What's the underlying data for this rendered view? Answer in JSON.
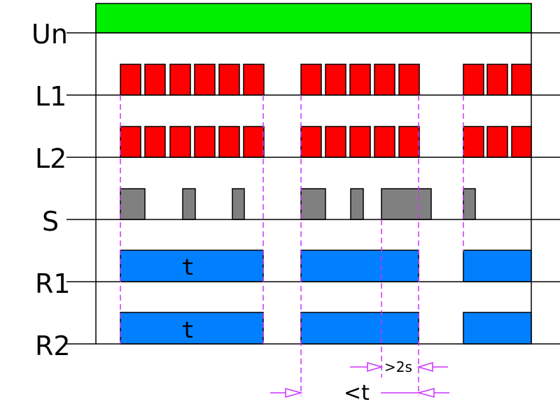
{
  "colors": {
    "supply": "#00ee00",
    "lamp": "#ff0000",
    "switch": "#808080",
    "relay": "#0080ff",
    "guide": "#cc33ff",
    "axis": "#000000"
  },
  "rows": {
    "un": "Un",
    "l1": "L1",
    "l2": "L2",
    "s": "S",
    "r1": "R1",
    "r2": "R2"
  },
  "relay_labels": {
    "r1_first": "t",
    "r2_first": "t"
  },
  "annotations": {
    "gt_2s": ">2s",
    "lt_t": "<t"
  }
}
